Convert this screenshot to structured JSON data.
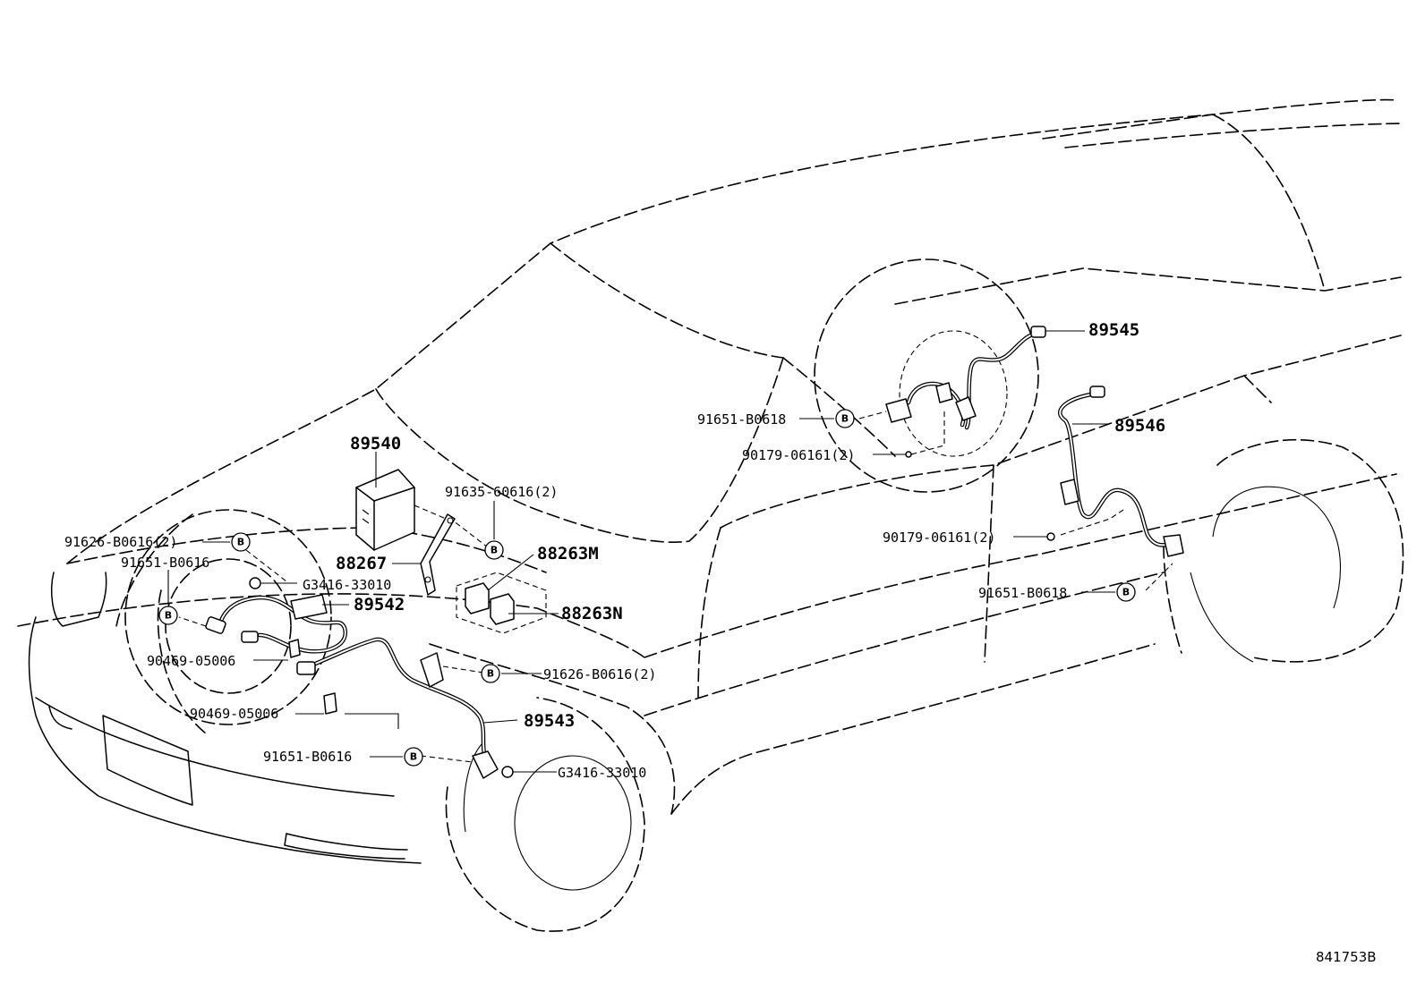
{
  "parts": [
    {
      "id": "p89540",
      "number": "89540"
    },
    {
      "id": "p91635",
      "number": "91635-60616(2)"
    },
    {
      "id": "p88263m",
      "number": "88263M"
    },
    {
      "id": "p88263n",
      "number": "88263N"
    },
    {
      "id": "p88267",
      "number": "88267"
    },
    {
      "id": "p91626a",
      "number": "91626-B0616(2)"
    },
    {
      "id": "p91651a",
      "number": "91651-B0616"
    },
    {
      "id": "pg3416a",
      "number": "G3416-33010"
    },
    {
      "id": "p89542",
      "number": "89542"
    },
    {
      "id": "p90469a",
      "number": "90469-05006"
    },
    {
      "id": "p90469b",
      "number": "90469-05006"
    },
    {
      "id": "p91651b",
      "number": "91651-B0616"
    },
    {
      "id": "p91626b",
      "number": "91626-B0616(2)"
    },
    {
      "id": "p89543",
      "number": "89543"
    },
    {
      "id": "pg3416b",
      "number": "G3416-33010"
    },
    {
      "id": "p89545",
      "number": "89545"
    },
    {
      "id": "p91651c",
      "number": "91651-B0618"
    },
    {
      "id": "p90179a",
      "number": "90179-06161(2)"
    },
    {
      "id": "p89546",
      "number": "89546"
    },
    {
      "id": "p90179b",
      "number": "90179-06161(2)"
    },
    {
      "id": "p91651d",
      "number": "91651-B0618"
    }
  ],
  "badge_letter": "B",
  "figure_number": "841753B"
}
